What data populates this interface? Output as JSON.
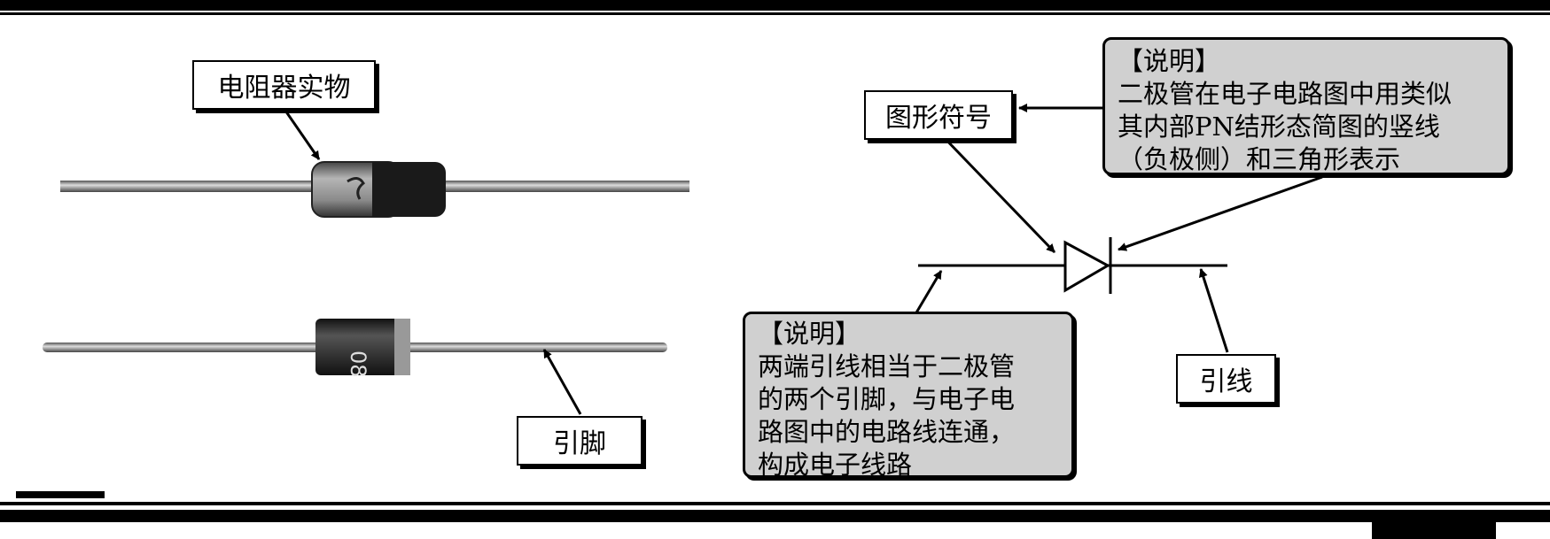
{
  "labels": {
    "resistor_photo": "电阻器实物",
    "pin": "引脚",
    "symbol": "图形符号",
    "lead": "引线"
  },
  "note_top": {
    "title": "【说明】",
    "lines": [
      "二极管在电子电路图中用类似",
      "其内部PN结形态简图的竖线",
      "（负极侧）和三角形表示"
    ]
  },
  "note_bottom": {
    "title": "【说明】",
    "lines": [
      "两端引线相当于二极管",
      "的两个引脚，与电子电",
      "路图中的电路线连通，",
      "构成电子线路"
    ]
  },
  "component_marking": "08"
}
